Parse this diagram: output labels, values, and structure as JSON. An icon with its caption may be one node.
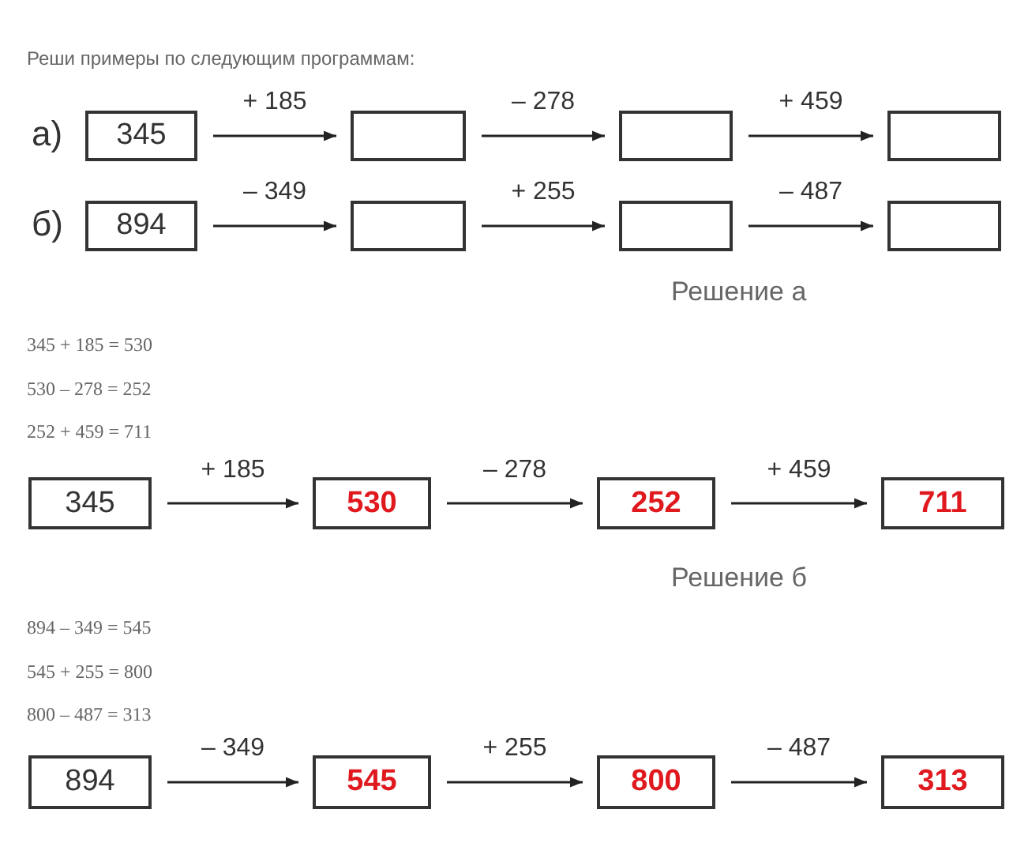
{
  "diagram": {
    "title": "Реши примеры по следующим программам:",
    "nodes": [
      {
        "text": [
          "345"
        ]
      },
      {
        "text": [],
        "shape": "box"
      },
      {
        "text": [],
        "shape": "box"
      },
      {
        "text": [],
        "shape": "box"
      },
      {
        "text": [
          "894"
        ]
      },
      {
        "text": [],
        "shape": "box"
      },
      {
        "text": [],
        "shape": "box"
      },
      {
        "text": [],
        "shape": "box"
      },
      {
        "text": [
          "345"
        ]
      },
      {
        "text": [
          "530"
        ]
      },
      {
        "text": [
          "252"
        ]
      },
      {
        "text": [
          "711"
        ]
      },
      {
        "text": [
          "894"
        ]
      },
      {
        "text": [
          "545"
        ]
      },
      {
        "text": [
          "800"
        ]
      },
      {
        "text": [
          "313"
        ]
      }
    ],
    "edges": [
      {
        "from": 0,
        "to": 1,
        "arrow": "to",
        "label": "+ 185"
      },
      {
        "from": 1,
        "to": 2,
        "arrow": "to",
        "label": "– 278"
      },
      {
        "from": 2,
        "to": 3,
        "arrow": "to",
        "label": "+ 459"
      },
      {
        "from": 4,
        "to": 5,
        "arrow": "to",
        "label": "– 349"
      },
      {
        "from": 5,
        "to": 6,
        "arrow": "to",
        "label": "+ 255"
      },
      {
        "from": 6,
        "to": 7,
        "arrow": "to",
        "label": "– 487"
      },
      {
        "from": 8,
        "to": 9,
        "arrow": "to",
        "label": "+ 185"
      },
      {
        "from": 9,
        "to": 10,
        "arrow": "to",
        "label": "– 278"
      },
      {
        "from": 10,
        "to": 11,
        "arrow": "to",
        "label": "+ 459"
      },
      {
        "from": 12,
        "to": 13,
        "arrow": "to",
        "label": "– 349"
      },
      {
        "from": 13,
        "to": 14,
        "arrow": "to",
        "label": "+ 255"
      },
      {
        "from": 14,
        "to": 15,
        "arrow": "to",
        "label": "– 487"
      }
    ],
    "labels": [
      "а)",
      "б)",
      "Решение а",
      "345 + 185 = 530",
      "530 – 278 = 252",
      "252 + 459 = 711",
      "Решение б",
      "894 – 349 = 545",
      "545 + 255 = 800",
      "800 – 487 = 313"
    ]
  }
}
